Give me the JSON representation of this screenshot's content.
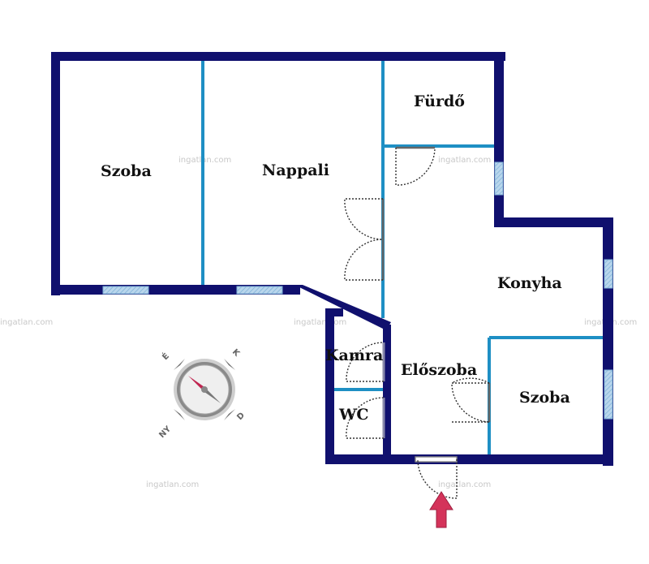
{
  "rooms": {
    "szoba1": "Szoba",
    "nappali": "Nappali",
    "furdo": "Fürdő",
    "konyha": "Konyha",
    "kamra": "Kamra",
    "eloszoba": "Előszoba",
    "szoba2": "Szoba",
    "wc": "WC"
  },
  "watermark": "ingatlan.com",
  "compass": {
    "north": "É",
    "east": "K",
    "south": "D",
    "west": "NY"
  },
  "colors": {
    "outer_wall": "#10106e",
    "inner_wall": "#1e8fc4",
    "window": "#9fc6e2",
    "door": "#333333",
    "entrance_arrow": "#d4335a"
  }
}
